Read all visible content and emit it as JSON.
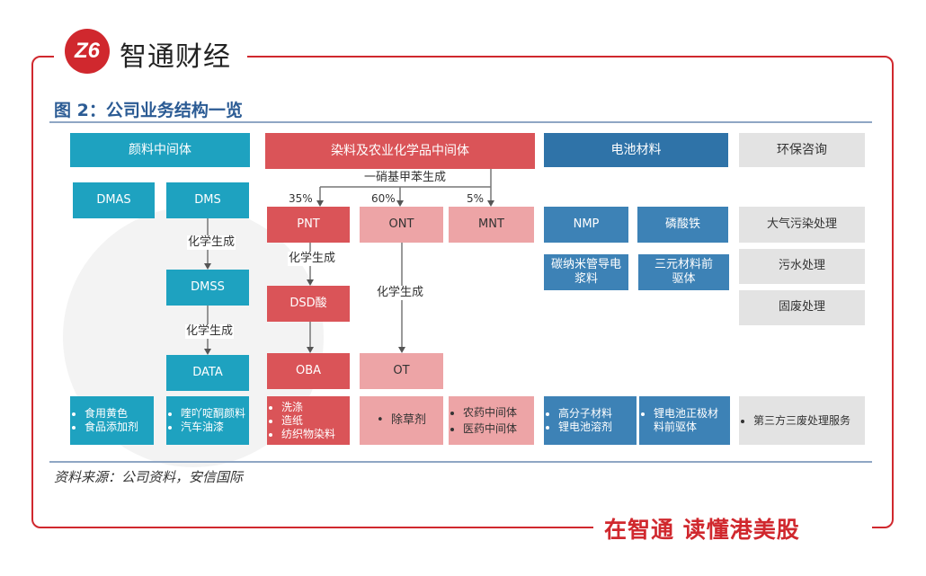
{
  "brand": {
    "logo": "Z6",
    "name": "智通财经",
    "slogan": "在智通  读懂港美股"
  },
  "figure": {
    "title": "图 2：公司业务结构一览",
    "source": "资料来源：公司资料，安信国际"
  },
  "pigment": {
    "header": "颜料中间体",
    "dmas": "DMAS",
    "dms": "DMS",
    "dmss": "DMSS",
    "data": "DATA",
    "step1": "化学生成",
    "step2": "化学生成",
    "uses_a": [
      "食用黄色",
      "食品添加剂"
    ],
    "uses_b": [
      "喹吖啶酮颜料",
      "汽车油漆"
    ]
  },
  "dye": {
    "header": "染料及农业化学品中间体",
    "process": "一硝基甲苯生成",
    "pct_pnt": "35%",
    "pct_ont": "60%",
    "pct_mnt": "5%",
    "pnt": "PNT",
    "ont": "ONT",
    "mnt": "MNT",
    "dsd": "DSD酸",
    "oba": "OBA",
    "ot": "OT",
    "step_pnt": "化学生成",
    "step_ont": "化学生成",
    "uses_pnt": [
      "洗涤",
      "造纸",
      "纺织物染料"
    ],
    "uses_ont": [
      "除草剂"
    ],
    "uses_mnt": [
      "农药中间体",
      "医药中间体"
    ]
  },
  "battery": {
    "header": "电池材料",
    "nmp": "NMP",
    "fep": "磷酸铁",
    "cnt": "碳纳米管导电浆料",
    "ncm": "三元材料前驱体",
    "uses_a": [
      "高分子材料",
      "锂电池溶剂"
    ],
    "uses_b": [
      "锂电池正极材料前驱体"
    ]
  },
  "env": {
    "header": "环保咨询",
    "air": "大气污染处理",
    "water": "污水处理",
    "solid": "固废处理",
    "uses": [
      "第三方三废处理服务"
    ]
  }
}
